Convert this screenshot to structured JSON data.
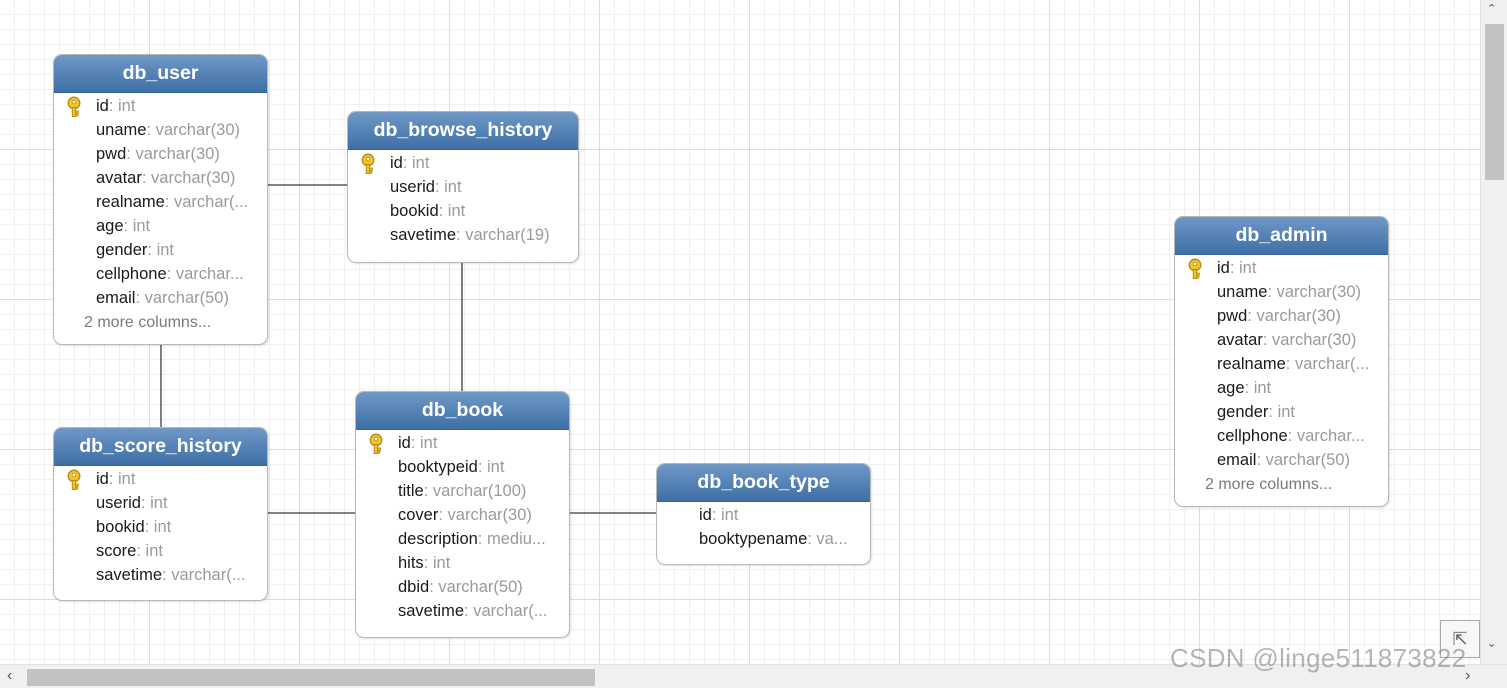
{
  "tables": [
    {
      "id": "db_user",
      "title": "db_user",
      "columns": [
        {
          "name": "id",
          "type": "int",
          "key": true
        },
        {
          "name": "uname",
          "type": "varchar(30)"
        },
        {
          "name": "pwd",
          "type": "varchar(30)"
        },
        {
          "name": "avatar",
          "type": "varchar(30)"
        },
        {
          "name": "realname",
          "type": "varchar(..."
        },
        {
          "name": "age",
          "type": "int"
        },
        {
          "name": "gender",
          "type": "int"
        },
        {
          "name": "cellphone",
          "type": "varchar..."
        },
        {
          "name": "email",
          "type": "varchar(50)"
        }
      ],
      "more": "2 more columns..."
    },
    {
      "id": "db_browse_history",
      "title": "db_browse_history",
      "columns": [
        {
          "name": "id",
          "type": "int",
          "key": true
        },
        {
          "name": "userid",
          "type": "int"
        },
        {
          "name": "bookid",
          "type": "int"
        },
        {
          "name": "savetime",
          "type": "varchar(19)"
        }
      ]
    },
    {
      "id": "db_book",
      "title": "db_book",
      "columns": [
        {
          "name": "id",
          "type": "int",
          "key": true
        },
        {
          "name": "booktypeid",
          "type": "int"
        },
        {
          "name": "title",
          "type": "varchar(100)"
        },
        {
          "name": "cover",
          "type": "varchar(30)"
        },
        {
          "name": "description",
          "type": "mediu..."
        },
        {
          "name": "hits",
          "type": "int"
        },
        {
          "name": "dbid",
          "type": "varchar(50)"
        },
        {
          "name": "savetime",
          "type": "varchar(..."
        }
      ]
    },
    {
      "id": "db_score_history",
      "title": "db_score_history",
      "columns": [
        {
          "name": "id",
          "type": "int",
          "key": true
        },
        {
          "name": "userid",
          "type": "int"
        },
        {
          "name": "bookid",
          "type": "int"
        },
        {
          "name": "score",
          "type": "int"
        },
        {
          "name": "savetime",
          "type": "varchar(..."
        }
      ]
    },
    {
      "id": "db_book_type",
      "title": "db_book_type",
      "columns": [
        {
          "name": "id",
          "type": "int"
        },
        {
          "name": "booktypename",
          "type": "va..."
        }
      ]
    },
    {
      "id": "db_admin",
      "title": "db_admin",
      "columns": [
        {
          "name": "id",
          "type": "int",
          "key": true
        },
        {
          "name": "uname",
          "type": "varchar(30)"
        },
        {
          "name": "pwd",
          "type": "varchar(30)"
        },
        {
          "name": "avatar",
          "type": "varchar(30)"
        },
        {
          "name": "realname",
          "type": "varchar(..."
        },
        {
          "name": "age",
          "type": "int"
        },
        {
          "name": "gender",
          "type": "int"
        },
        {
          "name": "cellphone",
          "type": "varchar..."
        },
        {
          "name": "email",
          "type": "varchar(50)"
        }
      ],
      "more": "2 more columns..."
    }
  ],
  "relations": [
    {
      "from": "db_user",
      "to": "db_browse_history"
    },
    {
      "from": "db_user",
      "to": "db_score_history"
    },
    {
      "from": "db_browse_history",
      "to": "db_book"
    },
    {
      "from": "db_score_history",
      "to": "db_book"
    },
    {
      "from": "db_book",
      "to": "db_book_type"
    }
  ],
  "colors": {
    "header_top": "#6f98c6",
    "header_bottom": "#3e6fa6",
    "key_icon": "#e8b820",
    "type_text": "#9a9a9a"
  },
  "watermark": "CSDN @linge511873822"
}
